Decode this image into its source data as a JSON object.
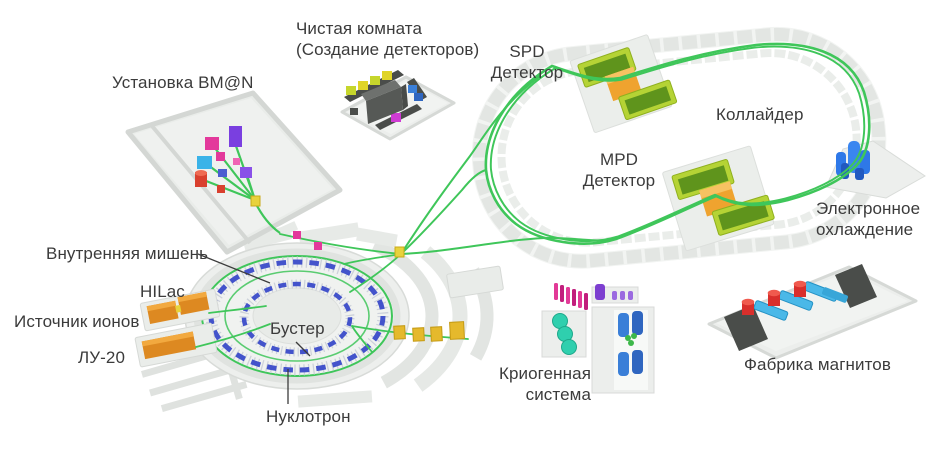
{
  "scene": {
    "labels": {
      "bmn": "Установка BM@N",
      "clean_room": "Чистая комната\n(Создание детекторов)",
      "spd": "SPD\nДетектор",
      "collider": "Коллайдер",
      "mpd": "MPD\nДетектор",
      "electron_cooling": "Электронное\nохлаждение",
      "internal_target": "Внутренняя мишень",
      "hilac": "HILac",
      "ion_source": "Источник ионов",
      "lu20": "ЛУ-20",
      "booster": "Бустер",
      "nuclotron": "Нуклотрон",
      "cryo": "Криогенная\nсистема",
      "magnet_factory": "Фабрика магнитов"
    },
    "colors": {
      "background": "#ffffff",
      "text": "#3b3b3b",
      "beam_green": "#3fc65a",
      "magnet_blue": "#4353cb",
      "linac_orange": "#dd8921",
      "transfer_yellow": "#e5b92c",
      "node_yellow": "#e8d23c",
      "detector_green": "#b5d335",
      "detector_green_dark": "#5f941c",
      "detector_orange": "#efa32f",
      "cooling_blue": "#2e78e8",
      "cryo_teal": "#2fcfae",
      "cryo_blue": "#3a7fd8",
      "cryo_magenta": "#e23a97",
      "cryo_purple": "#7d3fd0",
      "factory_red": "#d92f2c",
      "factory_cyan": "#4ab8e8",
      "dark_slab": "#4a4d4a",
      "tree_magenta": "#e3399b",
      "tree_purple": "#7a3fe0",
      "tree_cyan": "#3ab3e8",
      "tree_red": "#d9402e"
    }
  }
}
